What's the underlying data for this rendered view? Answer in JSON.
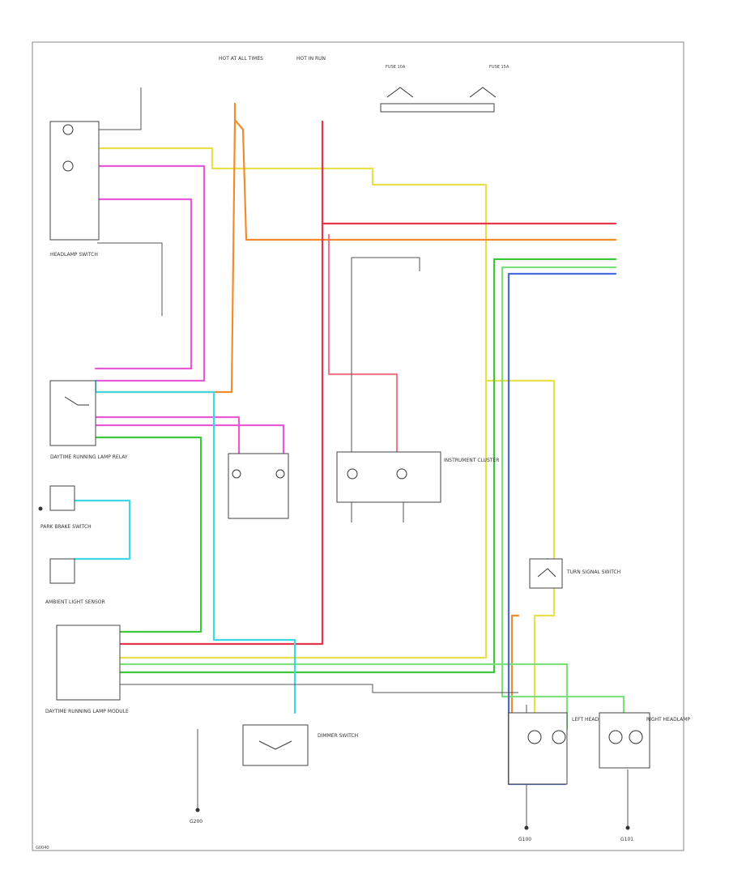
{
  "diagram": {
    "footer_code": "G0040",
    "page_frame": true
  },
  "colors": {
    "pink": "#e85ad8",
    "yellow": "#e8e04a",
    "orange": "#f08c2c",
    "red": "#e8344a",
    "light_red": "#f07a8c",
    "green": "#3cc83c",
    "light_green": "#7ce07c",
    "blue": "#4a6ae0",
    "cyan": "#3cd8e8",
    "dark_gray": "#555555",
    "gray": "#999999"
  },
  "labels": {
    "hot_at_all_times_top": "HOT AT ALL TIMES",
    "hot_in_run_top": "HOT IN RUN",
    "fuse_top_a": "FUSE 10A",
    "fuse_top_b": "FUSE 15A",
    "headlamp_switch": "HEADLAMP SWITCH",
    "dimmer_switch": "DIMMER SWITCH",
    "daytime_running_lamp_relay": "DAYTIME RUNNING LAMP RELAY",
    "daytime_running_lamp_module": "DAYTIME RUNNING LAMP MODULE",
    "park_brake_switch": "PARK BRAKE SWITCH",
    "ambient_light_sensor": "AMBIENT LIGHT SENSOR",
    "instrument_cluster": "INSTRUMENT CLUSTER",
    "left_headlamp": "LEFT HEADLAMP",
    "right_headlamp": "RIGHT HEADLAMP",
    "turn_signal_switch": "TURN SIGNAL SWITCH",
    "ground_left": "G100",
    "ground_right": "G101",
    "ground_center": "G200"
  }
}
